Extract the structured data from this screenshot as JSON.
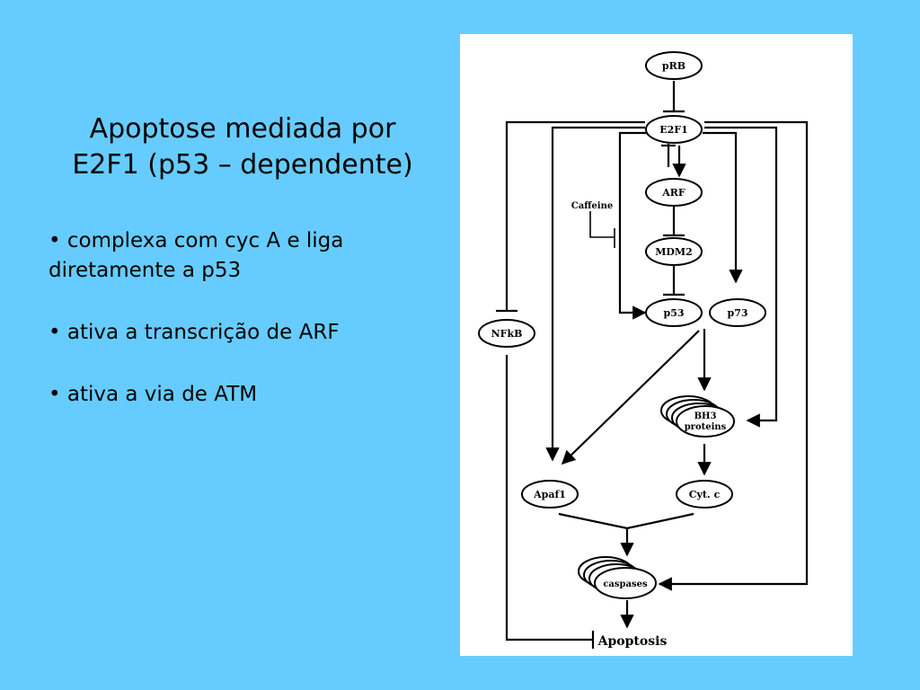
{
  "slide": {
    "title_line1": "Apoptose mediada por",
    "title_line2": "E2F1 (p53 – dependente)",
    "bullets": [
      "• complexa com cyc A e liga diretamente a p53",
      "• ativa a transcrição de ARF",
      "• ativa a via de ATM"
    ]
  },
  "diagram": {
    "nodes": {
      "prb": "pRB",
      "e2f1": "E2F1",
      "arf": "ARF",
      "caffeine": "Caffeine",
      "mdm2": "MDM2",
      "p53": "p53",
      "p73": "p73",
      "nfkb": "NFkB",
      "bh3_line1": "BH3",
      "bh3_line2": "proteins",
      "apaf1": "Apaf1",
      "cytc": "Cyt. c",
      "caspases": "caspases",
      "apoptosis": "Apoptosis"
    }
  }
}
